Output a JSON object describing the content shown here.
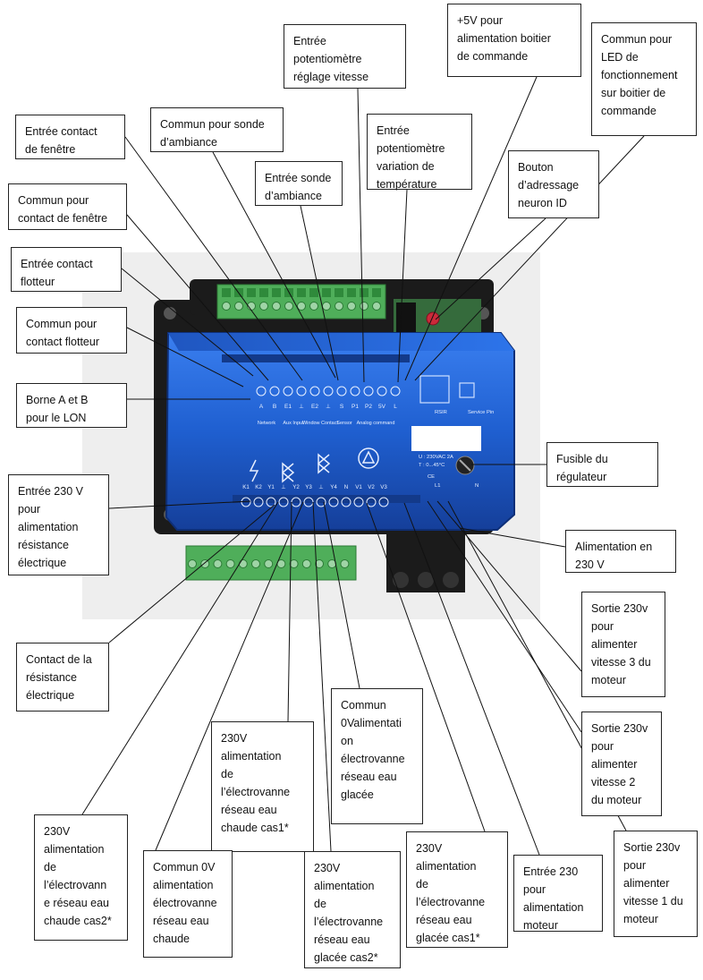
{
  "callouts": {
    "entree_contact_fenetre": "Entrée contact\nde fenêtre",
    "commun_sonde": "Commun pour sonde\nd’ambiance",
    "entree_potentiometre_vitesse": "Entrée\npotentiomètre\nréglage vitesse",
    "plus5v": "+5V  pour\nalimentation boitier\nde commande",
    "commun_led": "Commun pour\nLED de\nfonctionnement\nsur boitier de\ncommande",
    "entree_potentiometre_temp": "Entrée\npotentiomètre\nvariation de\ntempérature",
    "entree_sonde": "Entrée sonde\nd’ambiance",
    "bouton_adressage": "Bouton\nd’adressage\nneuron ID",
    "commun_contact_fenetre": "Commun pour\ncontact de fenêtre",
    "entree_flotteur": "Entrée contact\nflotteur",
    "commun_flotteur": "Commun pour\ncontact flotteur",
    "borne_ab": "Borne A et B\npour le LON",
    "fusible": "Fusible du\nrégulateur",
    "entree_230_resistance": "Entrée 230 V\npour\nalimentation\nrésistance\nélectrique",
    "alimentation_230": "Alimentation en\n230 V",
    "contact_resistance": "Contact de la\nrésistance\nélectrique",
    "sortie_v3": "Sortie 230v\npour\nalimenter\nvitesse 3 du\nmoteur",
    "commun_0v_glacee": "Commun\n0Valimentati\non\nélectrovanne\nréseau eau\nglacée",
    "sortie_v2": "Sortie 230v\npour\nalimenter\nvitesse 2\ndu moteur",
    "alim_chaude_cas1": "230V\nalimentation\nde\nl’électrovanne\nréseau eau\nchaude cas1*",
    "alim_chaude_cas2": "230V\nalimentation\nde\nl’électrovann\ne réseau eau\nchaude cas2*",
    "commun_0v_chaude": "Commun 0V\nalimentation\nélectrovanne\nréseau eau\nchaude",
    "alim_glacee_cas2": "230V\nalimentation\nde\nl’électrovanne\nréseau eau\nglacée cas2*",
    "alim_glacee_cas1": "230V\nalimentation\nde\nl’électrovanne\nréseau eau\nglacée cas1*",
    "entree_230_moteur": "Entrée 230\npour\nalimentation\nmoteur",
    "sortie_v1": "Sortie 230v\npour\nalimenter\nvitesse 1 du\nmoteur"
  },
  "device": {
    "top_terminals": [
      "A",
      "B",
      "E1",
      "⊥",
      "E2",
      "⊥",
      "S",
      "P1",
      "P2",
      "5V",
      "L"
    ],
    "top_groups": [
      "Network",
      "Aux Input",
      "Window Contact",
      "Sensor",
      "Analog command"
    ],
    "rs_label": "RSIR",
    "service_pin_label": "Service Pin",
    "rating_line1": "U : 230VAC 2A",
    "rating_line2": "T : 0...45°C",
    "l1_label": "L1",
    "n_label": "N",
    "bottom_terminals": [
      "K1",
      "K2",
      "Y1",
      "⊥",
      "Y2",
      "Y3",
      "⊥",
      "Y4",
      "N",
      "V1",
      "V2",
      "V3"
    ],
    "ce_mark": "CE"
  },
  "colors": {
    "housing_blue": "#1f5fd0",
    "terminal_green": "#4fae5a",
    "base_black": "#1a1a1a"
  }
}
